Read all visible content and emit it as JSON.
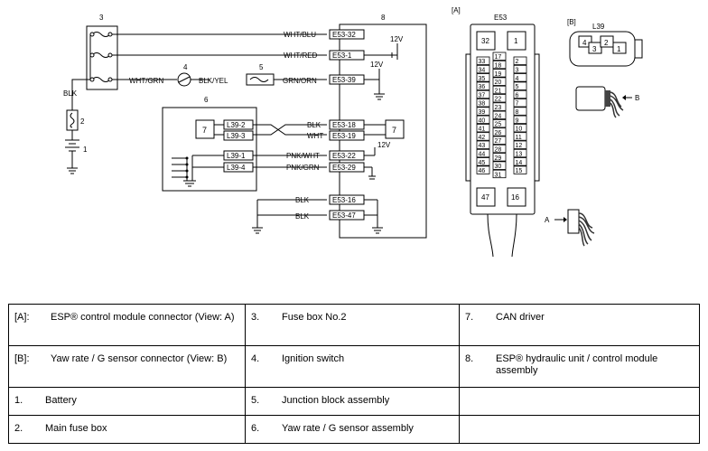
{
  "labels": {
    "n1": "1",
    "n2": "2",
    "n3": "3",
    "n4": "4",
    "n5": "5",
    "n6": "6",
    "n7": "7",
    "n8": "8",
    "view_a": "[A]",
    "view_b": "[B]",
    "view_a_arrow": "A",
    "view_b_arrow": "B",
    "conn_e53": "E53",
    "conn_l39": "L39",
    "v12": "12V"
  },
  "wires": {
    "wht_blu": "WHT/BLU",
    "wht_red": "WHT/RED",
    "wht_grn": "WHT/GRN",
    "blk_yel": "BLK/YEL",
    "grn_orn": "GRN/ORN",
    "blk": "BLK",
    "wht": "WHT",
    "pnk_wht": "PNK/WHT",
    "pnk_grn": "PNK/GRN"
  },
  "terminals": {
    "e53_32": "E53-32",
    "e53_1": "E53-1",
    "e53_39": "E53-39",
    "e53_18": "E53-18",
    "e53_19": "E53-19",
    "e53_22": "E53-22",
    "e53_29": "E53-29",
    "e53_16": "E53-16",
    "e53_47": "E53-47",
    "l39_2": "L39-2",
    "l39_3": "L39-3",
    "l39_1": "L39-1",
    "l39_4": "L39-4"
  },
  "e53_pins": {
    "top_left": "32",
    "top_right": "1",
    "left_col": [
      "33",
      "34",
      "35",
      "36",
      "37",
      "38",
      "39",
      "40",
      "41",
      "42",
      "43",
      "44",
      "45",
      "46"
    ],
    "mid_col": [
      "17",
      "18",
      "19",
      "20",
      "21",
      "22",
      "23",
      "24",
      "25",
      "26",
      "27",
      "28",
      "29",
      "30",
      "31"
    ],
    "right_col": [
      "2",
      "3",
      "4",
      "5",
      "6",
      "7",
      "8",
      "9",
      "10",
      "11",
      "12",
      "13",
      "14",
      "15"
    ],
    "bottom_left": "47",
    "bottom_right": "16"
  },
  "l39_pins": [
    "4",
    "3",
    "2",
    "1"
  ],
  "legend": {
    "rows": [
      [
        {
          "key": "[A]:",
          "text": "ESP® control module connector (View: A)"
        },
        {
          "key": "3.",
          "text": "Fuse box No.2"
        },
        {
          "key": "7.",
          "text": "CAN driver"
        }
      ],
      [
        {
          "key": "[B]:",
          "text": "Yaw rate / G sensor connector (View: B)"
        },
        {
          "key": "4.",
          "text": "Ignition switch"
        },
        {
          "key": "8.",
          "text": "ESP® hydraulic unit / control module assembly"
        }
      ],
      [
        {
          "key": "1.",
          "text": "Battery"
        },
        {
          "key": "5.",
          "text": "Junction block assembly"
        },
        {
          "key": "",
          "text": ""
        }
      ],
      [
        {
          "key": "2.",
          "text": "Main fuse box"
        },
        {
          "key": "6.",
          "text": "Yaw rate / G sensor assembly"
        },
        {
          "key": "",
          "text": ""
        }
      ]
    ]
  }
}
